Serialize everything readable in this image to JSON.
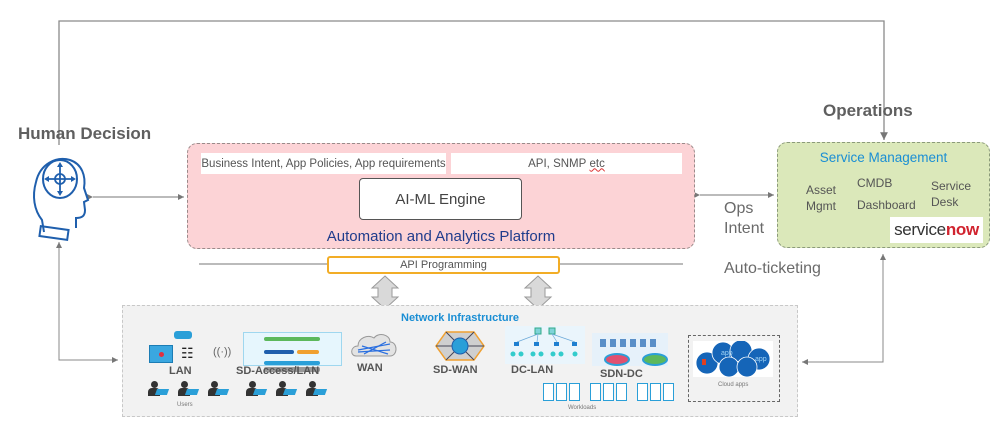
{
  "labels": {
    "human_decision": "Human Decision",
    "operations": "Operations",
    "ops_intent_line1": "Ops",
    "ops_intent_line2": "Intent",
    "auto_ticketing": "Auto-ticketing"
  },
  "platform": {
    "title": "Automation and Analytics Platform",
    "business_intent": "Business Intent, App Policies, App requirements",
    "api_snmp": "API, SNMP",
    "api_snmp_etc": "etc",
    "engine": "AI-ML Engine",
    "api_programming": "API Programming"
  },
  "service_management": {
    "title": "Service Management",
    "asset_line1": "Asset",
    "asset_line2": "Mgmt",
    "cmdb": "CMDB",
    "dashboard": "Dashboard",
    "service_line1": "Service",
    "service_line2": "Desk",
    "logo_part1": "service",
    "logo_part2": "now"
  },
  "network": {
    "title": "Network Infrastructure",
    "lan": "LAN",
    "sd_access": "SD-Access/LAN",
    "wan": "WAN",
    "sd_wan": "SD-WAN",
    "dc_lan": "DC-LAN",
    "sdn_dc": "SDN-DC",
    "users": "Users",
    "workloads": "Workloads",
    "cloud_apps": "Cloud apps",
    "cloud_app_tag": "app"
  },
  "colors": {
    "platform_fill": "#fcd3d6",
    "service_fill": "#dbe8ba",
    "accent_blue": "#1a8ed4",
    "title_navy": "#1f3c8c",
    "api_border": "#f2ad26",
    "servicenow_red": "#d1242f"
  }
}
